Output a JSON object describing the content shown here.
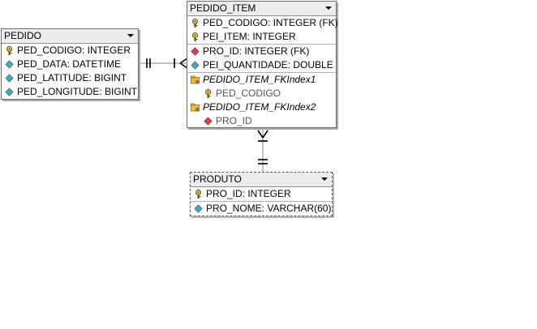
{
  "entities": {
    "pedido": {
      "title": "PEDIDO",
      "attrs": [
        "PED_CODIGO: INTEGER",
        "PED_DATA: DATETIME",
        "PED_LATITUDE: BIGINT",
        "PED_LONGITUDE: BIGINT"
      ]
    },
    "pedido_item": {
      "title": "PEDIDO_ITEM",
      "attrs": [
        "PED_CODIGO: INTEGER (FK)",
        "PEI_ITEM: INTEGER",
        "PRO_ID: INTEGER (FK)",
        "PEI_QUANTIDADE: DOUBLE"
      ],
      "indexes": [
        {
          "name": "PEDIDO_ITEM_FKIndex1",
          "column": "PED_CODIGO"
        },
        {
          "name": "PEDIDO_ITEM_FKIndex2",
          "column": "PRO_ID"
        }
      ]
    },
    "produto": {
      "title": "PRODUTO",
      "attrs": [
        "PRO_ID: INTEGER",
        "PRO_NOME: VARCHAR(60)"
      ]
    }
  },
  "icons": {
    "primary_key": "key-icon",
    "foreign_key": "red-diamond-icon",
    "attribute": "blue-diamond-icon",
    "index": "folder-index-icon"
  },
  "colors": {
    "header_bg": "#ececec",
    "border": "#6f6f6f",
    "relation_line": "#808080",
    "fk_diamond": "#d04848",
    "attr_diamond": "#4fa6b8",
    "index_folder": "#e8c040"
  }
}
